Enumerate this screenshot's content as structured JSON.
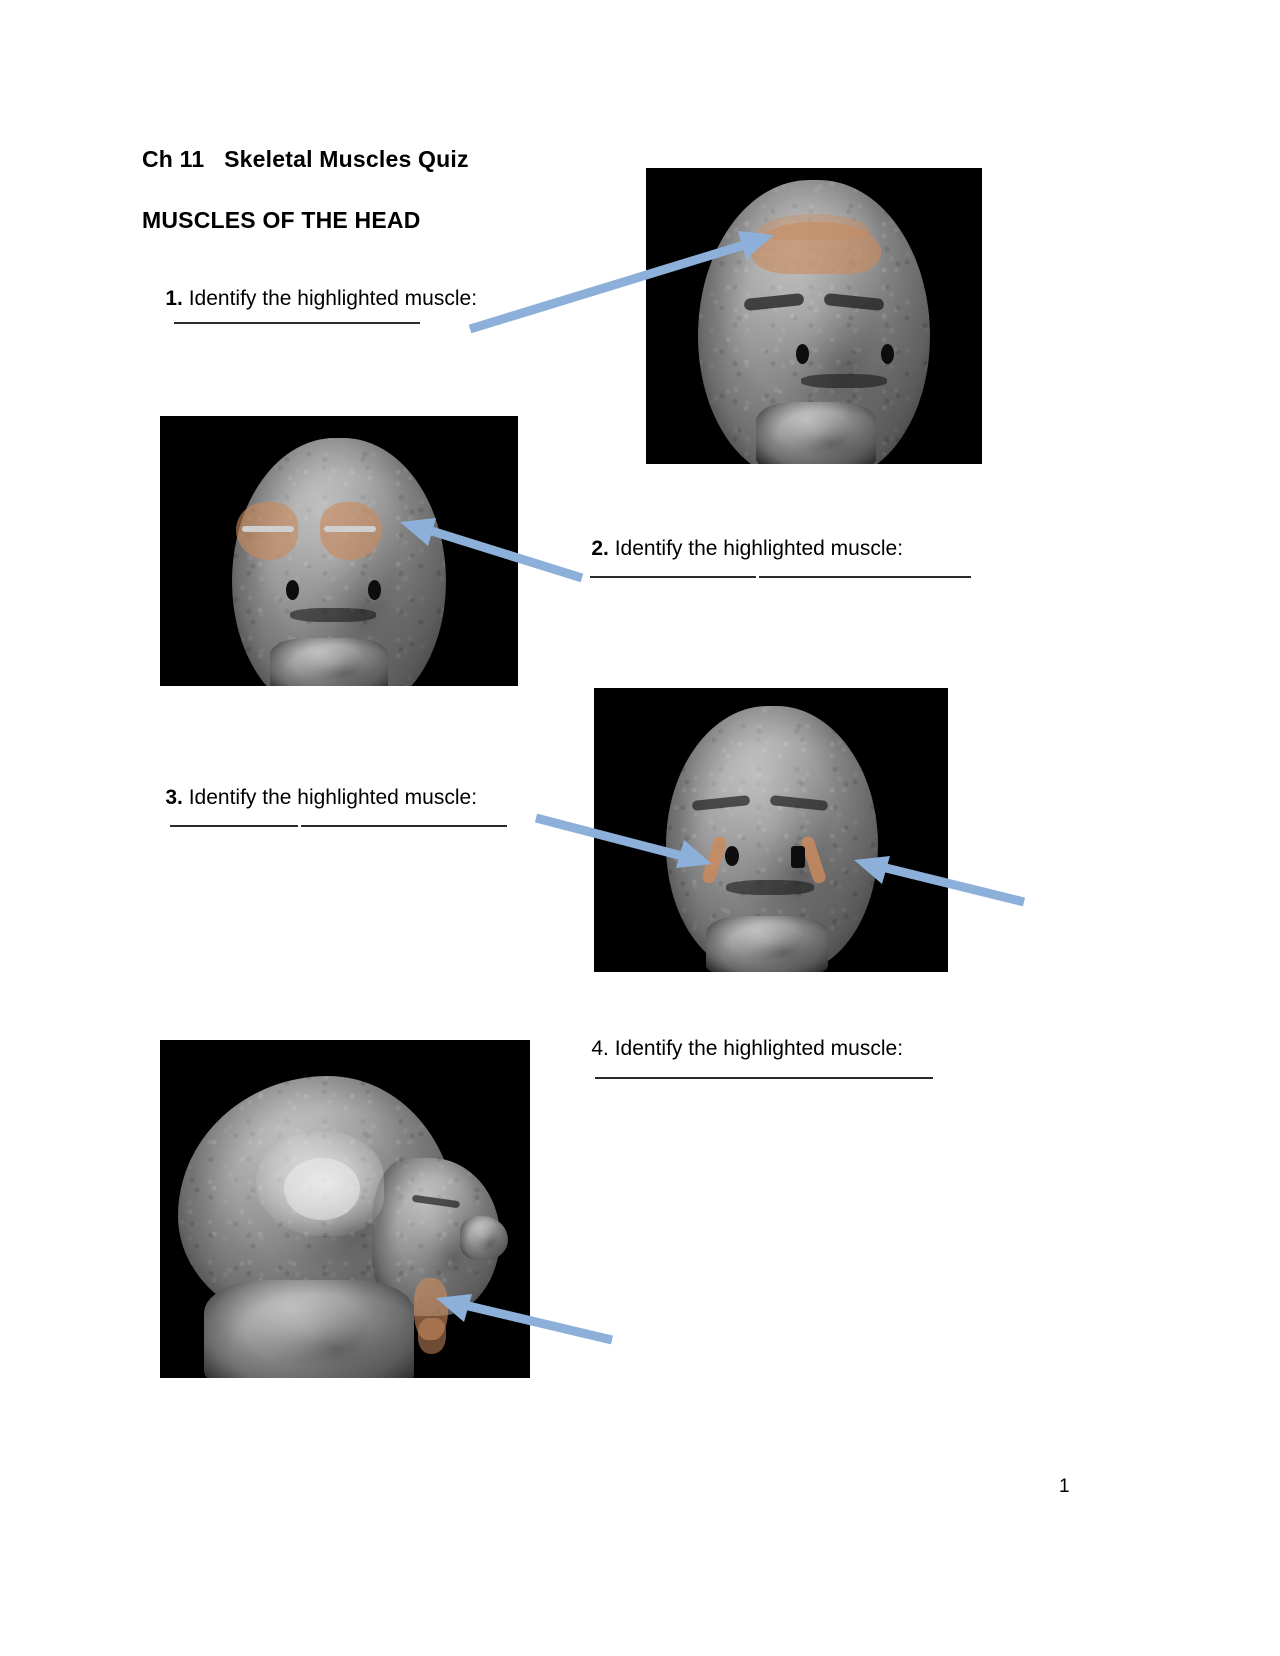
{
  "document": {
    "title": "Ch 11   Skeletal Muscles Quiz",
    "section_heading": "MUSCLES OF THE HEAD",
    "page_number": "1"
  },
  "questions": [
    {
      "number": "1.",
      "prompt": " Identify the highlighted muscle:",
      "answer_value": "",
      "bold_number": true
    },
    {
      "number": "2.",
      "prompt": " Identify the highlighted muscle:",
      "answer_value": "",
      "bold_number": true
    },
    {
      "number": "3.",
      "prompt": " Identify the highlighted muscle:",
      "answer_value": "",
      "bold_number": true
    },
    {
      "number": "4.",
      "prompt": " Identify the highlighted muscle:",
      "answer_value": "",
      "bold_number": false
    }
  ],
  "figures": [
    {
      "id": "figure-1",
      "caption": "anterior-head-frontalis",
      "view": "anterior cadaver head, forehead muscle highlighted",
      "arrow_count": 1
    },
    {
      "id": "figure-2",
      "caption": "anterior-head-orbicularis-oculi",
      "view": "anterior cadaver head, both eye-ring muscles highlighted",
      "arrow_count": 1
    },
    {
      "id": "figure-3",
      "caption": "anterior-head-zygomaticus",
      "view": "anterior cadaver head, paired cheek strap muscles highlighted",
      "arrow_count": 2
    },
    {
      "id": "figure-4",
      "caption": "lateral-head-masseter",
      "view": "lateral cadaver head, jaw muscle highlighted",
      "arrow_count": 1
    }
  ],
  "colors": {
    "muscle_highlight": "#c98a5e",
    "arrow": "#8cb0d9",
    "text": "#000000",
    "rule": "#2b2b2b"
  }
}
